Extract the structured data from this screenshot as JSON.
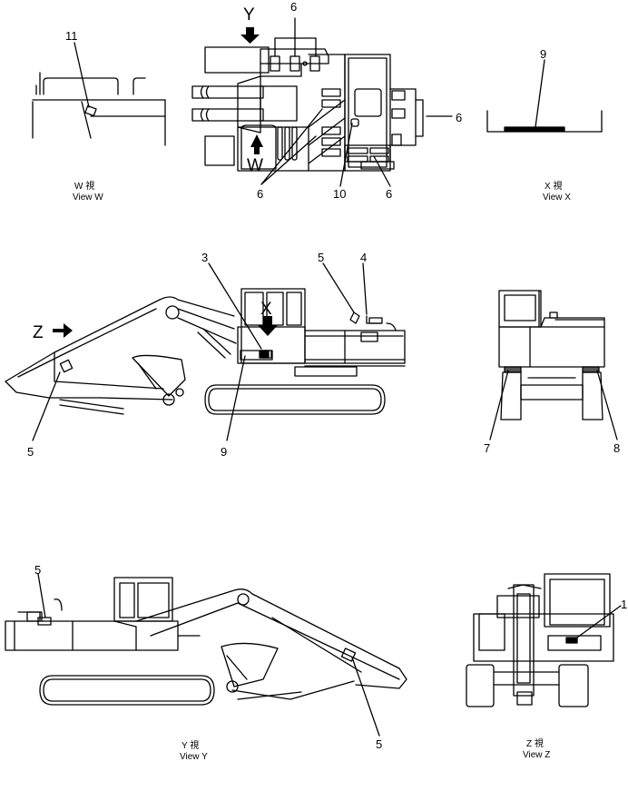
{
  "callouts": {
    "c_w_11": "11",
    "c_top_6a": "6",
    "c_top_6b": "6",
    "c_top_6c": "6",
    "c_top_6d": "6",
    "c_top_10": "10",
    "c_x_9": "9",
    "c_side_3": "3",
    "c_side_5a": "5",
    "c_side_4": "4",
    "c_side_5b": "5",
    "c_side_9": "9",
    "c_rear_7": "7",
    "c_rear_8": "8",
    "c_y_5a": "5",
    "c_y_5b": "5",
    "c_z_1": "1"
  },
  "arrows": {
    "y": "Y",
    "w": "W",
    "x": "X",
    "z": "Z"
  },
  "captions": {
    "w_kanji": "W 視",
    "w_view": "View W",
    "x_kanji": "X 視",
    "x_view": "View X",
    "y_kanji": "Y 視",
    "y_view": "View Y",
    "z_kanji": "Z 視",
    "z_view": "View Z"
  }
}
